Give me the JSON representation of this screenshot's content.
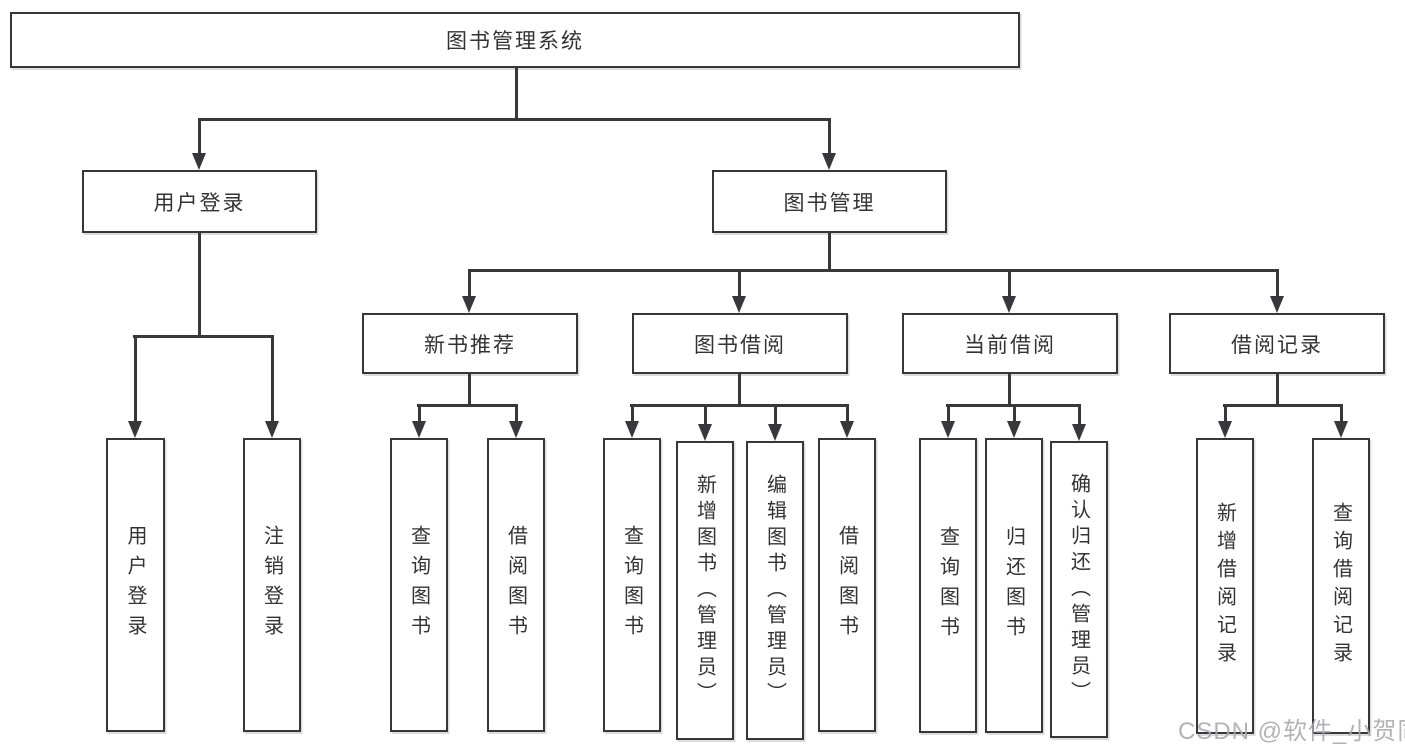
{
  "diagram": {
    "title": "图书管理系统",
    "watermark": "CSDN @软件_小贺同学",
    "colors": {
      "line": "#38383c",
      "border": "#37373b",
      "text": "#333336",
      "background": "#ffffff",
      "watermark": "#a8a8ad"
    },
    "nodes": {
      "root": {
        "label": "图书管理系统"
      },
      "user_login": {
        "label": "用户登录"
      },
      "book_mgmt": {
        "label": "图书管理"
      },
      "new_book_rec": {
        "label": "新书推荐"
      },
      "book_borrow": {
        "label": "图书借阅"
      },
      "current_borrow": {
        "label": "当前借阅"
      },
      "borrow_records": {
        "label": "借阅记录"
      },
      "leaf_user_login": {
        "label": "用户登录"
      },
      "leaf_logout": {
        "label": "注销登录"
      },
      "leaf_nbr_query": {
        "label": "查询图书"
      },
      "leaf_nbr_borrow": {
        "label": "借阅图书"
      },
      "leaf_bb_query": {
        "label": "查询图书"
      },
      "leaf_bb_add": {
        "label": "新增图书（管理员）"
      },
      "leaf_bb_edit": {
        "label": "编辑图书（管理员）"
      },
      "leaf_bb_borrow": {
        "label": "借阅图书"
      },
      "leaf_cb_query": {
        "label": "查询图书"
      },
      "leaf_cb_return": {
        "label": "归还图书"
      },
      "leaf_cb_confirm": {
        "label": "确认归还（管理员）"
      },
      "leaf_br_add": {
        "label": "新增借阅记录"
      },
      "leaf_br_query": {
        "label": "查询借阅记录"
      }
    }
  }
}
